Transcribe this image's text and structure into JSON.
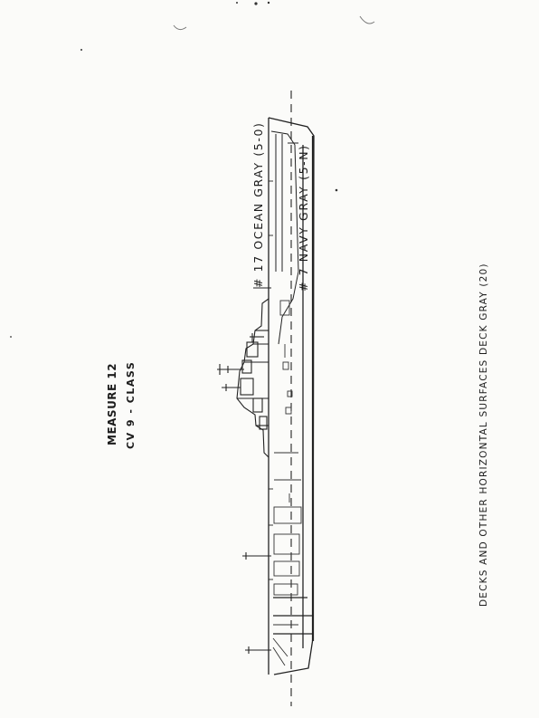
{
  "title": {
    "line1": "MEASURE 12",
    "line2": "CV 9 - CLASS"
  },
  "paint_labels": {
    "upper": "# 17  OCEAN GRAY (5-0)",
    "lower": "# 7  NAVY GRAY (5-N)"
  },
  "footnote": "DECKS AND OTHER HORIZONTAL SURFACES DECK GRAY  (20)"
}
